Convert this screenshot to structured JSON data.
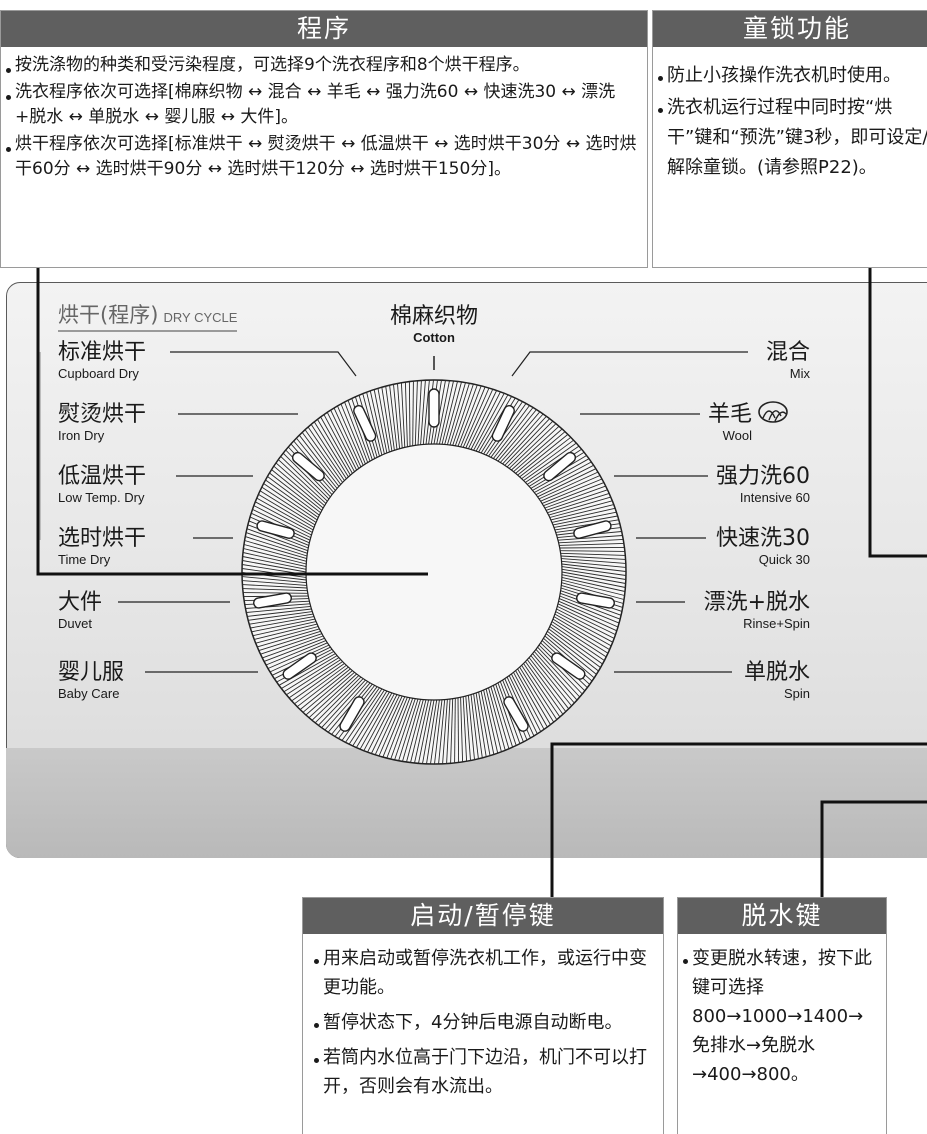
{
  "program_box": {
    "title": "程序",
    "items": [
      "按洗涤物的种类和受污染程度，可选择9个洗衣程序和8个烘干程序。",
      "洗衣程序依次可选择[棉麻织物 ↔ 混合 ↔ 羊毛 ↔ 强力洗60 ↔ 快速洗30 ↔ 漂洗+脱水 ↔ 单脱水 ↔ 婴儿服 ↔ 大件]。",
      "烘干程序依次可选择[标准烘干 ↔ 熨烫烘干 ↔ 低温烘干 ↔ 选时烘干30分 ↔ 选时烘干60分 ↔ 选时烘干90分 ↔ 选时烘干120分 ↔ 选时烘干150分]。"
    ]
  },
  "childlock_box": {
    "title": "童锁功能",
    "items": [
      "防止小孩操作洗衣机时使用。",
      "洗衣机运行过程中同时按“烘干”键和“预洗”键3秒，即可设定/解除童锁。(请参照P22)。"
    ]
  },
  "dial": {
    "dry_cycle_label_cn": "烘干(程序)",
    "dry_cycle_label_en": "DRY CYCLE",
    "top": {
      "cn": "棉麻织物",
      "en": "Cotton"
    },
    "left": [
      {
        "cn": "标准烘干",
        "en": "Cupboard Dry"
      },
      {
        "cn": "熨烫烘干",
        "en": "Iron Dry"
      },
      {
        "cn": "低温烘干",
        "en": "Low Temp. Dry"
      },
      {
        "cn": "选时烘干",
        "en": "Time Dry"
      },
      {
        "cn": "大件",
        "en": "Duvet"
      },
      {
        "cn": "婴儿服",
        "en": "Baby Care"
      }
    ],
    "right": [
      {
        "cn": "混合",
        "en": "Mix"
      },
      {
        "cn": "羊毛",
        "en": "Wool"
      },
      {
        "cn": "强力洗60",
        "en": "Intensive 60"
      },
      {
        "cn": "快速洗30",
        "en": "Quick 30"
      },
      {
        "cn": "漂洗+脱水",
        "en": "Rinse+Spin"
      },
      {
        "cn": "单脱水",
        "en": "Spin"
      }
    ],
    "wool_icon": "wool-yarn-icon"
  },
  "start_box": {
    "title": "启动/暂停键",
    "items": [
      "用来启动或暂停洗衣机工作，或运行中变更功能。",
      "暂停状态下，4分钟后电源自动断电。",
      "若筒内水位高于门下边沿，机门不可以打开，否则会有水流出。"
    ]
  },
  "spin_box": {
    "title": "脱水键",
    "items": [
      "变更脱水转速，按下此键可选择 800→1000→1400→免排水→免脱水→400→800。"
    ]
  }
}
